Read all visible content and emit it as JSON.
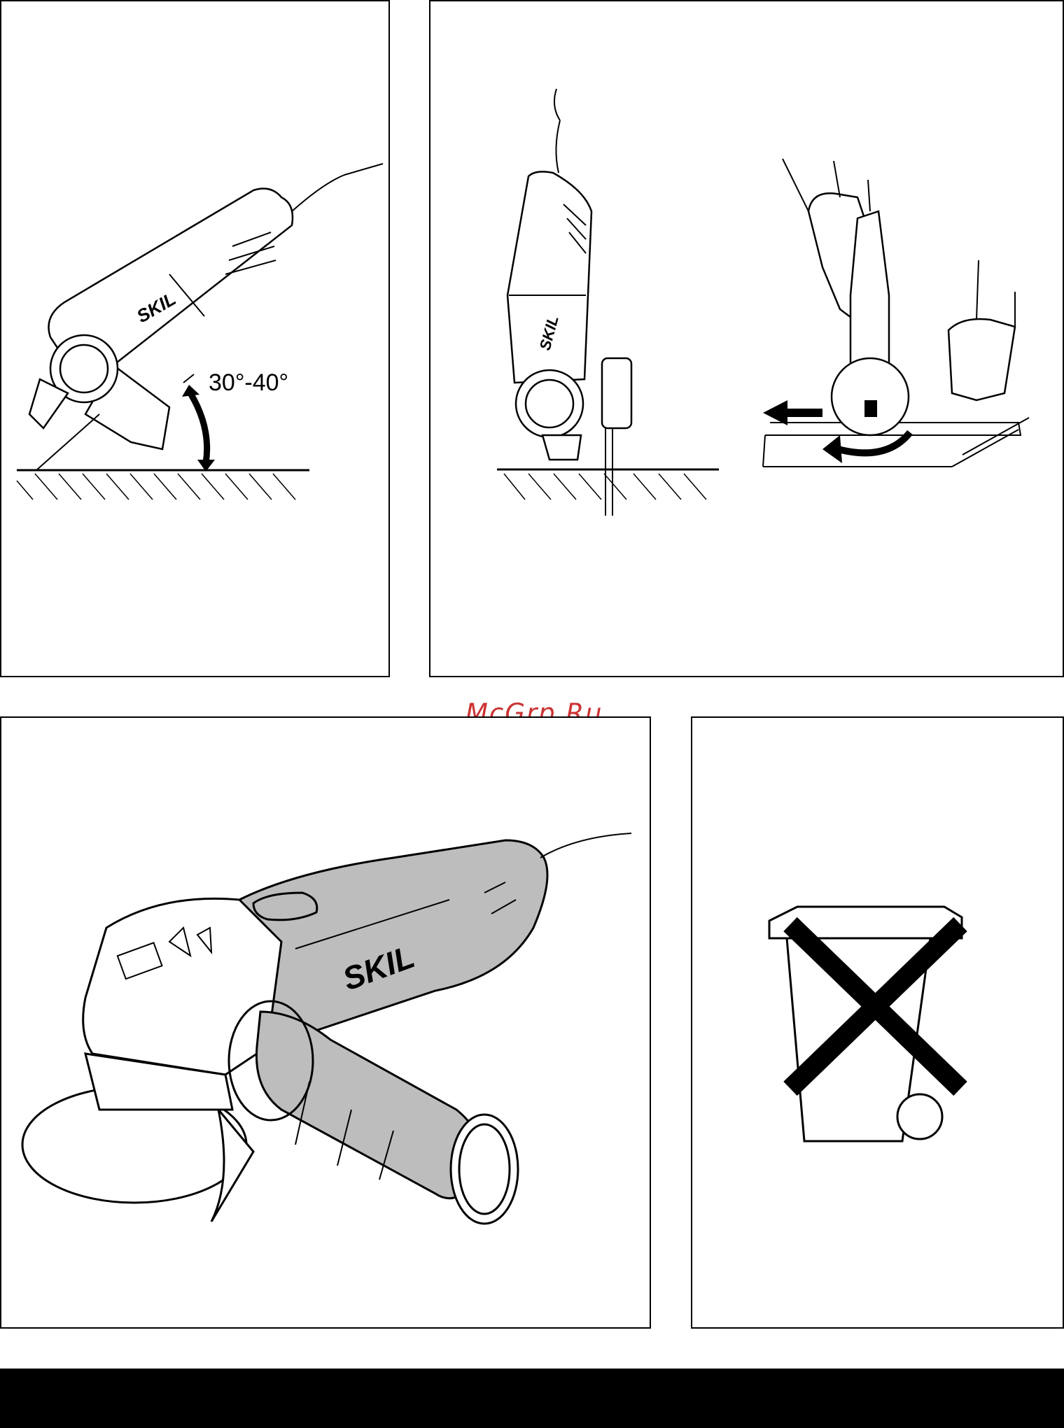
{
  "watermark": {
    "text": "McGrp.Ru",
    "color": "#cc3333"
  },
  "figure1": {
    "angle_label": "30°-40°",
    "brand": "SKIL"
  },
  "figure2": {
    "brand": "SKIL"
  },
  "figure3": {
    "brand": "SKIL"
  },
  "figure4": {
    "icon": "crossed-out-wheelie-bin-icon"
  },
  "footer": {
    "color": "#000000"
  }
}
